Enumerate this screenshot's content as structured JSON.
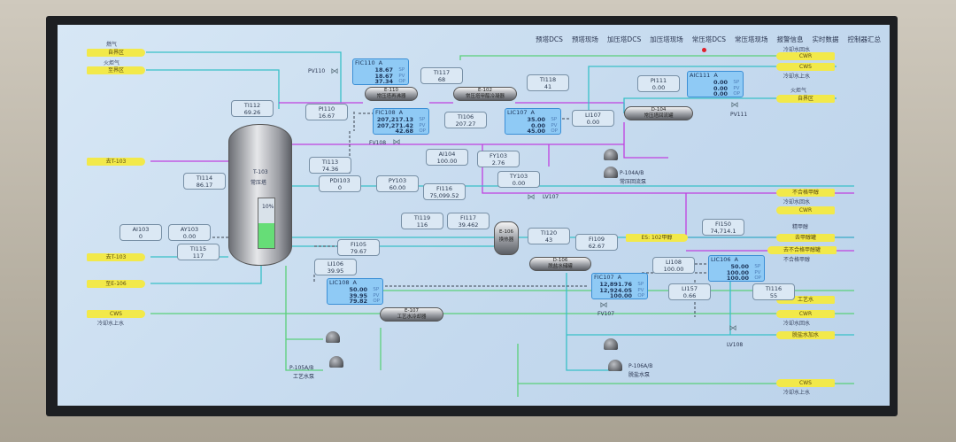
{
  "nav": [
    "预塔DCS",
    "预塔现场",
    "加压塔DCS",
    "加压塔现场",
    "常压塔DCS",
    "常压塔现场",
    "报警信息",
    "实时数据",
    "控制器汇总"
  ],
  "streams_left": [
    {
      "sub": "燃气",
      "label": "自界区"
    },
    {
      "sub": "火炬气",
      "label": "至界区"
    },
    {
      "sub": "",
      "label": "去T-103"
    },
    {
      "sub": "",
      "label": "去T-103"
    },
    {
      "sub": "",
      "label": "至E-106"
    },
    {
      "sub": "冷却水上水",
      "label": "CWS"
    }
  ],
  "streams_right": [
    {
      "sub": "冷却水回水",
      "label": "CWR"
    },
    {
      "sub": "冷却水上水",
      "label": "CWS"
    },
    {
      "sub": "火炬气",
      "label": "自界区"
    },
    {
      "sub": "冷却水回水",
      "label": "不合格甲醇"
    },
    {
      "sub": "",
      "label": "CWR"
    },
    {
      "sub": "精甲醇",
      "label": "去甲醇罐"
    },
    {
      "sub": "不合格甲醇",
      "label": "去不合格甲醇罐"
    },
    {
      "sub": "",
      "label": "工艺水"
    },
    {
      "sub": "冷却水回水",
      "label": "CWR"
    },
    {
      "sub": "",
      "label": "脱盐水加水"
    },
    {
      "sub": "冷却水上水",
      "label": "CWS"
    }
  ],
  "feed_in": {
    "label": "ES: 102甲醇"
  },
  "instruments": [
    {
      "tag": "TI117",
      "value": "68"
    },
    {
      "tag": "TI118",
      "value": "41"
    },
    {
      "tag": "PI111",
      "value": "0.00"
    },
    {
      "tag": "TI112",
      "value": "69.26"
    },
    {
      "tag": "PI110",
      "value": "16.67"
    },
    {
      "tag": "TI106",
      "value": "207.27"
    },
    {
      "tag": "LI107",
      "value": "0.00"
    },
    {
      "tag": "TI113",
      "value": "74.36"
    },
    {
      "tag": "TI114",
      "value": "86.17"
    },
    {
      "tag": "AI104",
      "value": "100.00"
    },
    {
      "tag": "FY103",
      "value": "2.76"
    },
    {
      "tag": "TY103",
      "value": "0.00"
    },
    {
      "tag": "FI116",
      "value": "75,099.52"
    },
    {
      "tag": "PDI103",
      "value": "0"
    },
    {
      "tag": "PY103",
      "value": "60.00"
    },
    {
      "tag": "TI119",
      "value": "116"
    },
    {
      "tag": "FI117",
      "value": "39.462"
    },
    {
      "tag": "TI120",
      "value": "43"
    },
    {
      "tag": "FI109",
      "value": "62.67"
    },
    {
      "tag": "FI150",
      "value": "74,714.1"
    },
    {
      "tag": "AI103",
      "value": "0"
    },
    {
      "tag": "AY103",
      "value": "0.00"
    },
    {
      "tag": "TI115",
      "value": "117"
    },
    {
      "tag": "FI105",
      "value": "79.67"
    },
    {
      "tag": "LI106",
      "value": "39.95"
    },
    {
      "tag": "LI108",
      "value": "100.00"
    },
    {
      "tag": "LI157",
      "value": "0.66"
    },
    {
      "tag": "TI116",
      "value": "55"
    }
  ],
  "units": {
    "sp": "SP",
    "pv": "PV",
    "op": "OP"
  },
  "controllers": [
    {
      "tag": "FIC110",
      "mode": "A",
      "sp": "18.67",
      "pv": "18.67",
      "op": "37.34"
    },
    {
      "tag": "FIC108",
      "mode": "A",
      "sp": "207,217.13",
      "pv": "207,271.42",
      "op": "42.68"
    },
    {
      "tag": "LIC107",
      "mode": "A",
      "sp": "35.00",
      "pv": "0.00",
      "op": "45.00"
    },
    {
      "tag": "AIC111",
      "mode": "A",
      "sp": "0.00",
      "pv": "0.00",
      "op": "0.00"
    },
    {
      "tag": "LIC108",
      "mode": "A",
      "sp": "50.00",
      "pv": "39.95",
      "op": "79.82"
    },
    {
      "tag": "FIC107",
      "mode": "A",
      "sp": "12,891.76",
      "pv": "12,924.05",
      "op": "100.00"
    },
    {
      "tag": "LIC106",
      "mode": "A",
      "sp": "50.00",
      "pv": "100.00",
      "op": "100.00"
    }
  ],
  "tower": {
    "tag": "T-103",
    "name": "常压塔",
    "level": "10%",
    "level_value": 10
  },
  "equipment": [
    {
      "tag": "E-110",
      "name": "常压塔再沸器"
    },
    {
      "tag": "E-102",
      "name": "常压塔甲醇冷凝器"
    },
    {
      "tag": "D-104",
      "name": "常压塔回流罐"
    },
    {
      "tag": "E-106",
      "name": "换热器"
    },
    {
      "tag": "D-106",
      "name": "脱盐水储罐"
    },
    {
      "tag": "E-107",
      "name": "工艺水冷却器"
    }
  ],
  "valves": [
    "PV110",
    "FV108",
    "LV107",
    "PV111",
    "FV107",
    "LV108"
  ],
  "pumps": [
    {
      "tag": "P-104A/B",
      "name": "常压回流泵"
    },
    {
      "tag": "P-105A/B",
      "name": "工艺水泵"
    },
    {
      "tag": "P-106A/B",
      "name": "脱盐水泵"
    }
  ]
}
